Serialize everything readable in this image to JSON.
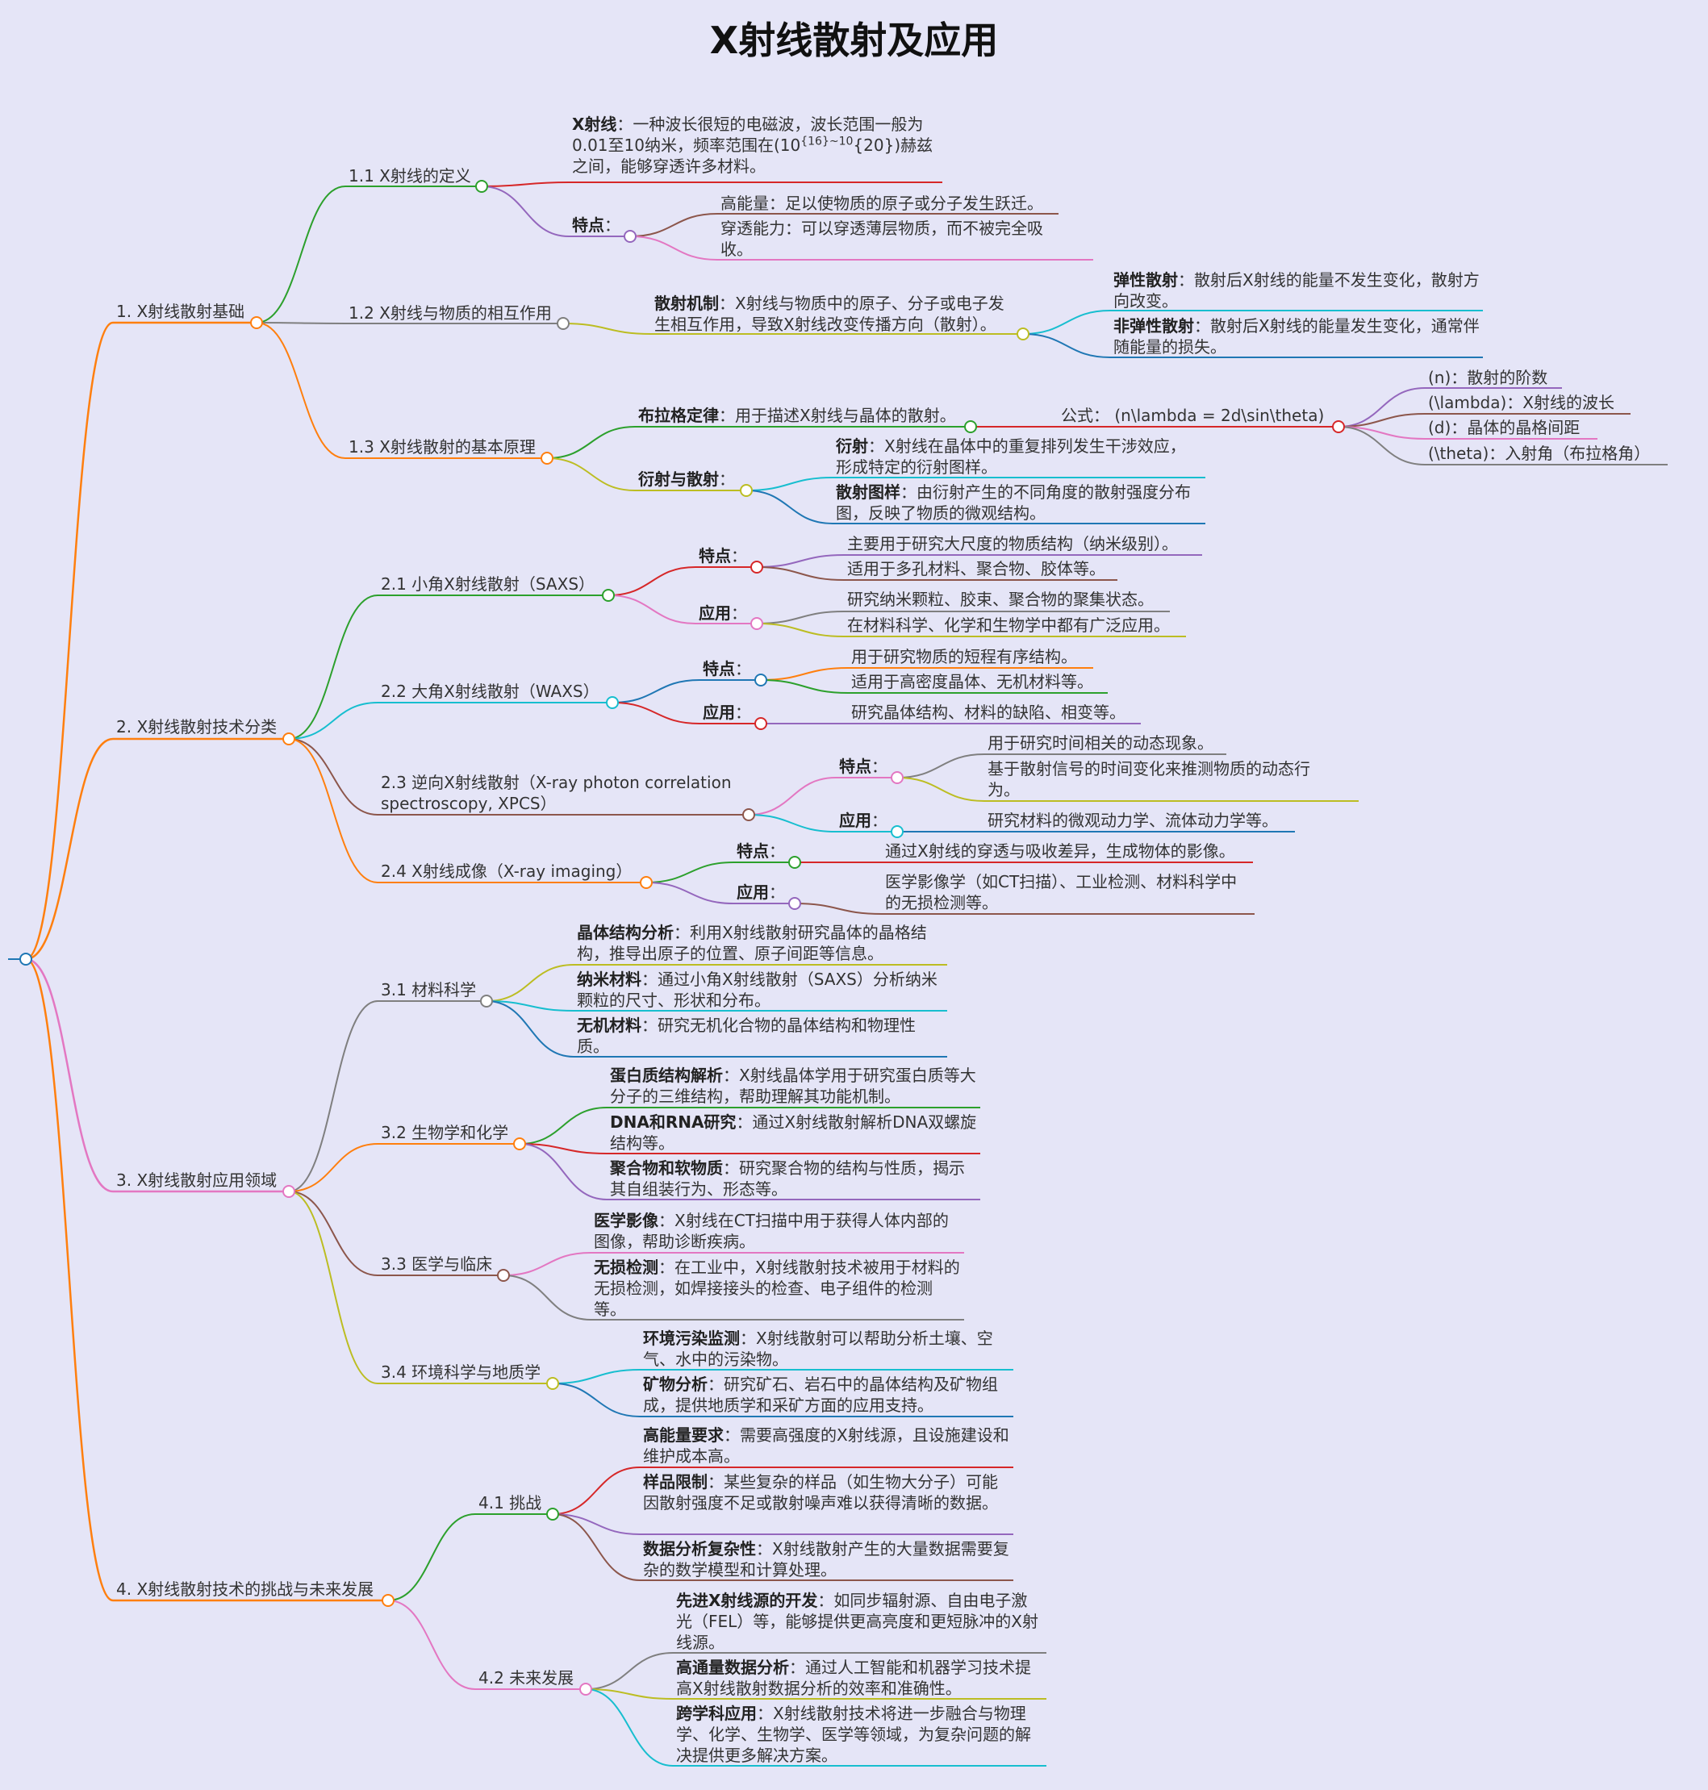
{
  "title": "X射线散射及应用",
  "colors": {
    "background": "#e5e5f7",
    "green": "#2ca02c",
    "orange": "#ff7f0e",
    "pink": "#e377c2",
    "red": "#d62728",
    "purple": "#9467bd",
    "brown": "#8c564b",
    "gray": "#7f7f7f",
    "olive": "#bcbd22",
    "cyan": "#17becf",
    "blue": "#1f77b4"
  },
  "nodes": {
    "b1": "1. X射线散射基础",
    "b1_1": "1.1 X射线的定义",
    "b1_1_a_k": "X射线",
    "b1_1_a_t": "：一种波长很短的电磁波，波长范围一般为0.01至10纳米，频率范围在(10",
    "b1_1_a_s1": "{16}~10",
    "b1_1_a_t2": "{20})赫兹之间，能够穿透许多材料。",
    "b1_1_b_k": "特点",
    "b1_1_b_t": "：",
    "b1_1_b1": "高能量：足以使物质的原子或分子发生跃迁。",
    "b1_1_b2": "穿透能力：可以穿透薄层物质，而不被完全吸收。",
    "b1_2": "1.2 X射线与物质的相互作用",
    "b1_2_a_k": "散射机制",
    "b1_2_a_t": "：X射线与物质中的原子、分子或电子发生相互作用，导致X射线改变传播方向（散射）。",
    "b1_2_a1_k": "弹性散射",
    "b1_2_a1_t": "：散射后X射线的能量不发生变化，散射方向改变。",
    "b1_2_a2_k": "非弹性散射",
    "b1_2_a2_t": "：散射后X射线的能量发生变化，通常伴随能量的损失。",
    "b1_3": "1.3 X射线散射的基本原理",
    "b1_3_a_k": "布拉格定律",
    "b1_3_a_t": "：用于描述X射线与晶体的散射。",
    "b1_3_a1": "公式： (n\\lambda = 2d\\sin\\theta)",
    "b1_3_a1_1": "(n)：散射的阶数",
    "b1_3_a1_2": "(\\lambda)：X射线的波长",
    "b1_3_a1_3": "(d)：晶体的晶格间距",
    "b1_3_a1_4": "(\\theta)：入射角（布拉格角）",
    "b1_3_b_k": "衍射与散射",
    "b1_3_b_t": "：",
    "b1_3_b1_k": "衍射",
    "b1_3_b1_t": "：X射线在晶体中的重复排列发生干涉效应，形成特定的衍射图样。",
    "b1_3_b2_k": "散射图样",
    "b1_3_b2_t": "：由衍射产生的不同角度的散射强度分布图，反映了物质的微观结构。",
    "b2": "2. X射线散射技术分类",
    "b2_1": "2.1 小角X射线散射（SAXS）",
    "b2_1_a_k": "特点",
    "b2_1_a_t": "：",
    "b2_1_a1": "主要用于研究大尺度的物质结构（纳米级别）。",
    "b2_1_a2": "适用于多孔材料、聚合物、胶体等。",
    "b2_1_b_k": "应用",
    "b2_1_b_t": "：",
    "b2_1_b1": "研究纳米颗粒、胶束、聚合物的聚集状态。",
    "b2_1_b2": "在材料科学、化学和生物学中都有广泛应用。",
    "b2_2": "2.2 大角X射线散射（WAXS）",
    "b2_2_a_k": "特点",
    "b2_2_a_t": "：",
    "b2_2_a1": "用于研究物质的短程有序结构。",
    "b2_2_a2": "适用于高密度晶体、无机材料等。",
    "b2_2_b_k": "应用",
    "b2_2_b_t": "：",
    "b2_2_b1": "研究晶体结构、材料的缺陷、相变等。",
    "b2_3": "2.3 逆向X射线散射（X-ray photon correlation spectroscopy, XPCS）",
    "b2_3_a_k": "特点",
    "b2_3_a_t": "：",
    "b2_3_a1": "用于研究时间相关的动态现象。",
    "b2_3_a2": "基于散射信号的时间变化来推测物质的动态行为。",
    "b2_3_b_k": "应用",
    "b2_3_b_t": "：",
    "b2_3_b1": "研究材料的微观动力学、流体动力学等。",
    "b2_4": "2.4 X射线成像（X-ray imaging）",
    "b2_4_a_k": "特点",
    "b2_4_a_t": "：",
    "b2_4_a1": "通过X射线的穿透与吸收差异，生成物体的影像。",
    "b2_4_b_k": "应用",
    "b2_4_b_t": "：",
    "b2_4_b1": "医学影像学（如CT扫描）、工业检测、材料科学中的无损检测等。",
    "b3": "3. X射线散射应用领域",
    "b3_1": "3.1 材料科学",
    "b3_1_a_k": "晶体结构分析",
    "b3_1_a_t": "：利用X射线散射研究晶体的晶格结构，推导出原子的位置、原子间距等信息。",
    "b3_1_b_k": "纳米材料",
    "b3_1_b_t": "：通过小角X射线散射（SAXS）分析纳米颗粒的尺寸、形状和分布。",
    "b3_1_c_k": "无机材料",
    "b3_1_c_t": "：研究无机化合物的晶体结构和物理性质。",
    "b3_2": "3.2 生物学和化学",
    "b3_2_a_k": "蛋白质结构解析",
    "b3_2_a_t": "：X射线晶体学用于研究蛋白质等大分子的三维结构，帮助理解其功能机制。",
    "b3_2_b_k": "DNA和RNA研究",
    "b3_2_b_t": "：通过X射线散射解析DNA双螺旋结构等。",
    "b3_2_c_k": "聚合物和软物质",
    "b3_2_c_t": "：研究聚合物的结构与性质，揭示其自组装行为、形态等。",
    "b3_3": "3.3 医学与临床",
    "b3_3_a_k": "医学影像",
    "b3_3_a_t": "：X射线在CT扫描中用于获得人体内部的图像，帮助诊断疾病。",
    "b3_3_b_k": "无损检测",
    "b3_3_b_t": "：在工业中，X射线散射技术被用于材料的无损检测，如焊接接头的检查、电子组件的检测等。",
    "b3_4": "3.4 环境科学与地质学",
    "b3_4_a_k": "环境污染监测",
    "b3_4_a_t": "：X射线散射可以帮助分析土壤、空气、水中的污染物。",
    "b3_4_b_k": "矿物分析",
    "b3_4_b_t": "：研究矿石、岩石中的晶体结构及矿物组成，提供地质学和采矿方面的应用支持。",
    "b4": "4. X射线散射技术的挑战与未来发展",
    "b4_1": "4.1 挑战",
    "b4_1_a_k": "高能量要求",
    "b4_1_a_t": "：需要高强度的X射线源，且设施建设和维护成本高。",
    "b4_1_b_k": "样品限制",
    "b4_1_b_t": "：某些复杂的样品（如生物大分子）可能因散射强度不足或散射噪声难以获得清晰的数据。",
    "b4_1_c_k": "数据分析复杂性",
    "b4_1_c_t": "：X射线散射产生的大量数据需要复杂的数学模型和计算处理。",
    "b4_2": "4.2 未来发展",
    "b4_2_a_k": "先进X射线源的开发",
    "b4_2_a_t": "：如同步辐射源、自由电子激光（FEL）等，能够提供更高亮度和更短脉冲的X射线源。",
    "b4_2_b_k": "高通量数据分析",
    "b4_2_b_t": "：通过人工智能和机器学习技术提高X射线散射数据分析的效率和准确性。",
    "b4_2_c_k": "跨学科应用",
    "b4_2_c_t": "：X射线散射技术将进一步融合与物理学、化学、生物学、医学等领域，为复杂问题的解决提供更多解决方案。"
  }
}
